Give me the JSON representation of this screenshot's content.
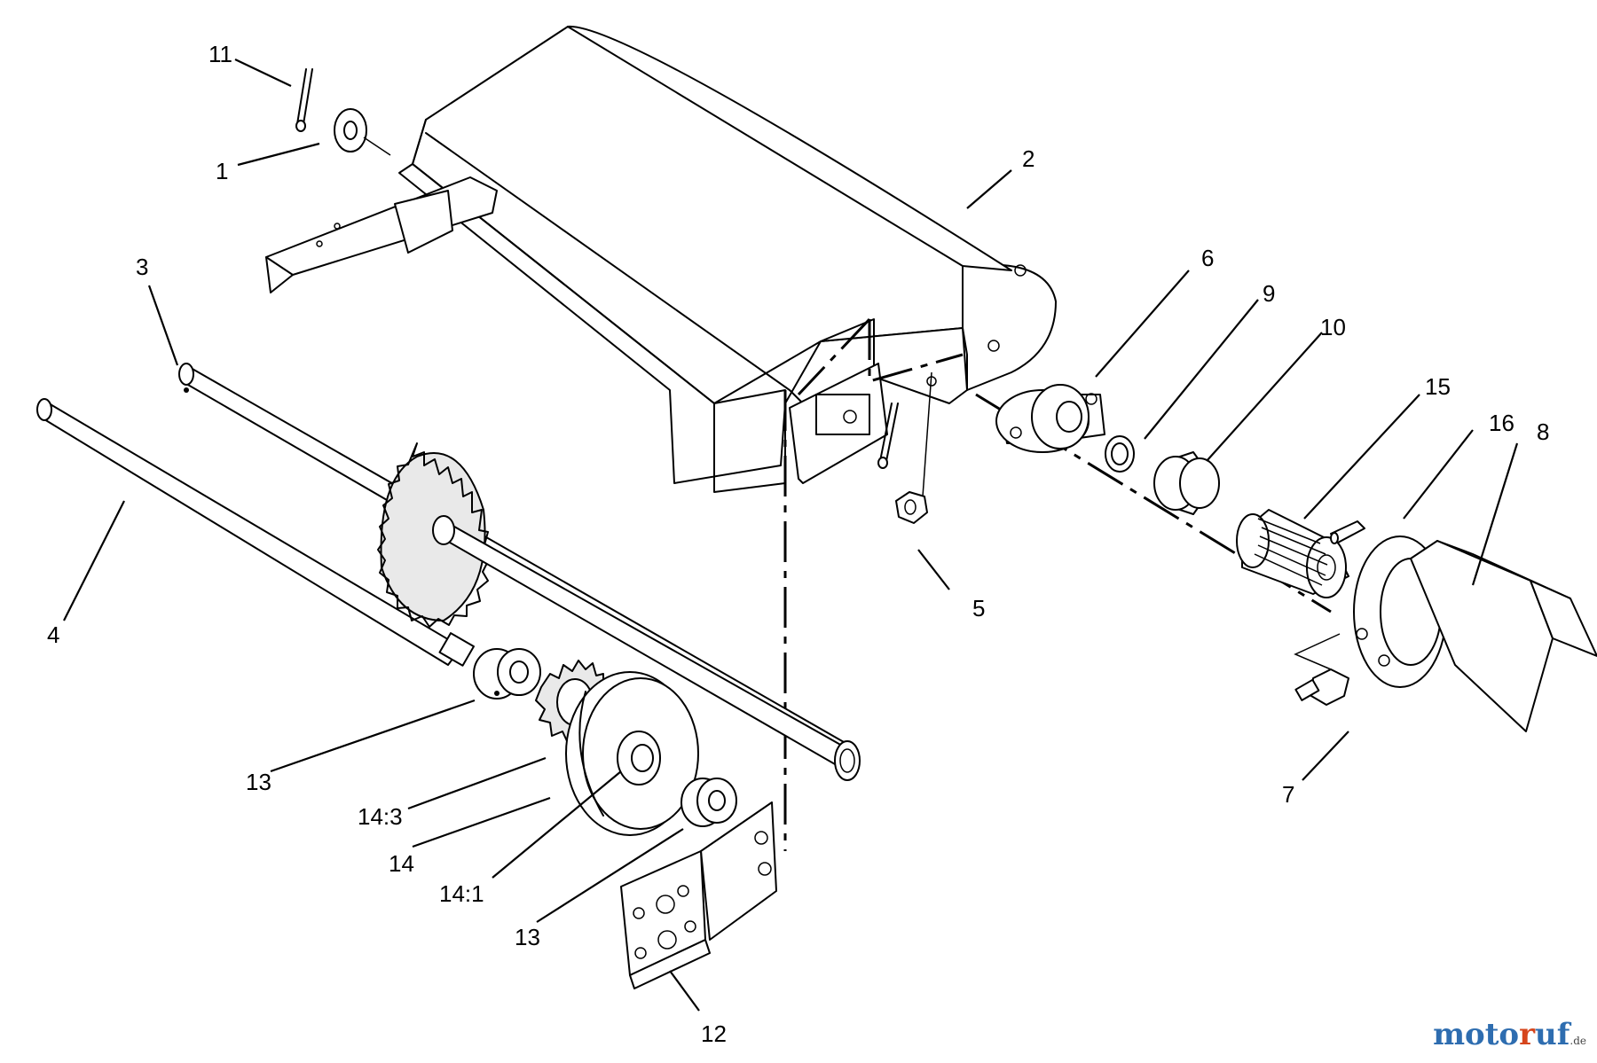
{
  "callouts": [
    "11",
    "1",
    "2",
    "3",
    "4",
    "5",
    "6",
    "9",
    "10",
    "15",
    "16",
    "8",
    "7",
    "13",
    "14:3",
    "14",
    "14:1",
    "13",
    "12"
  ],
  "watermark": {
    "p1": "moto",
    "p2": "r",
    "p3": "uf",
    "p4": ".de"
  }
}
